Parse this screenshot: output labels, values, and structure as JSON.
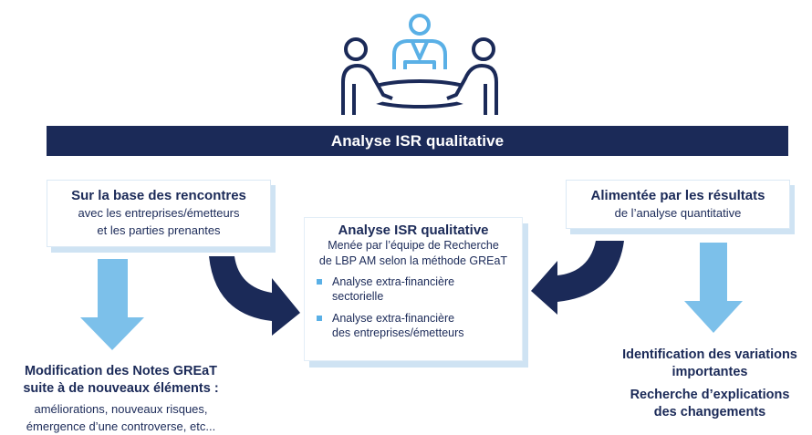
{
  "banner": {
    "label": "Analyse ISR qualitative"
  },
  "left_card": {
    "title": "Sur la base des rencontres",
    "line1": "avec les entreprises/émetteurs",
    "line2": "et les parties prenantes"
  },
  "right_card": {
    "title": "Alimentée par les résultats",
    "line1": "de l’analyse quantitative"
  },
  "center_card": {
    "title": "Analyse ISR qualitative",
    "line1": "Menée par l’équipe de Recherche",
    "line2": "de LBP AM selon la méthode GREaT",
    "bullets": [
      {
        "line1": "Analyse extra-financière",
        "line2": "sectorielle"
      },
      {
        "line1": "Analyse extra-financière",
        "line2": "des entreprises/émetteurs"
      }
    ]
  },
  "left_output": {
    "bold1": "Modification des Notes GREaT",
    "bold2": "suite à de nouveaux éléments :",
    "line1": "améliorations, nouveaux risques,",
    "line2": "émergence d’une controverse, etc..."
  },
  "right_output": {
    "bold1": "Identification des variations",
    "bold2": "importantes",
    "bold3": "Recherche d’explications",
    "bold4": "des changements"
  },
  "colors": {
    "navy": "#1b2a58",
    "light_blue": "#7cc0ea",
    "pale_blue": "#cfe3f3"
  },
  "icons": {
    "meeting": "people-meeting-icon"
  }
}
